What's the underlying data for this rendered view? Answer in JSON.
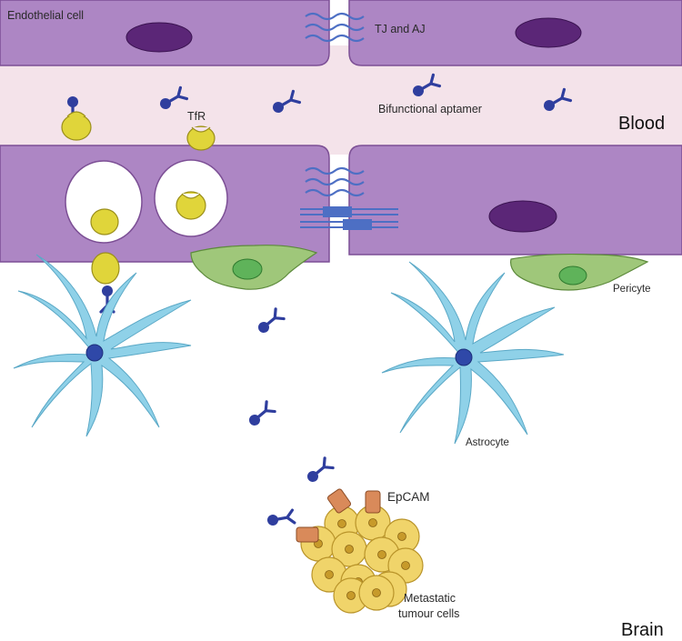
{
  "labels": {
    "endothelial_cell": "Endothelial cell",
    "tj_aj": "TJ and AJ",
    "tfr": "TfR",
    "bifunctional_aptamer": "Bifunctional aptamer",
    "blood": "Blood",
    "pericyte": "Pericyte",
    "astrocyte": "Astrocyte",
    "epcam": "EpCAM",
    "metastatic_line1": "Metastatic",
    "metastatic_line2": "tumour cells",
    "brain": "Brain"
  },
  "colors": {
    "endothelial": "#ad86c4",
    "endothelial_edge": "#7c4f95",
    "nucleus": "#5b2677",
    "blood_bg": "#f4e3ea",
    "aptamer": "#2f3e9e",
    "receptor": "#e0d53a",
    "receptor_edge": "#9a8e1a",
    "junction": "#4d6fc4",
    "pericyte": "#9fc77a",
    "pericyte_nucleus": "#5fb35a",
    "astrocyte": "#8fd1e8",
    "astrocyte_nucleus": "#2f48a8",
    "tumour": "#f0d46a",
    "tumour_edge": "#b9942a",
    "tumour_nucleus": "#c79a2a",
    "epcam": "#d98a5a"
  }
}
